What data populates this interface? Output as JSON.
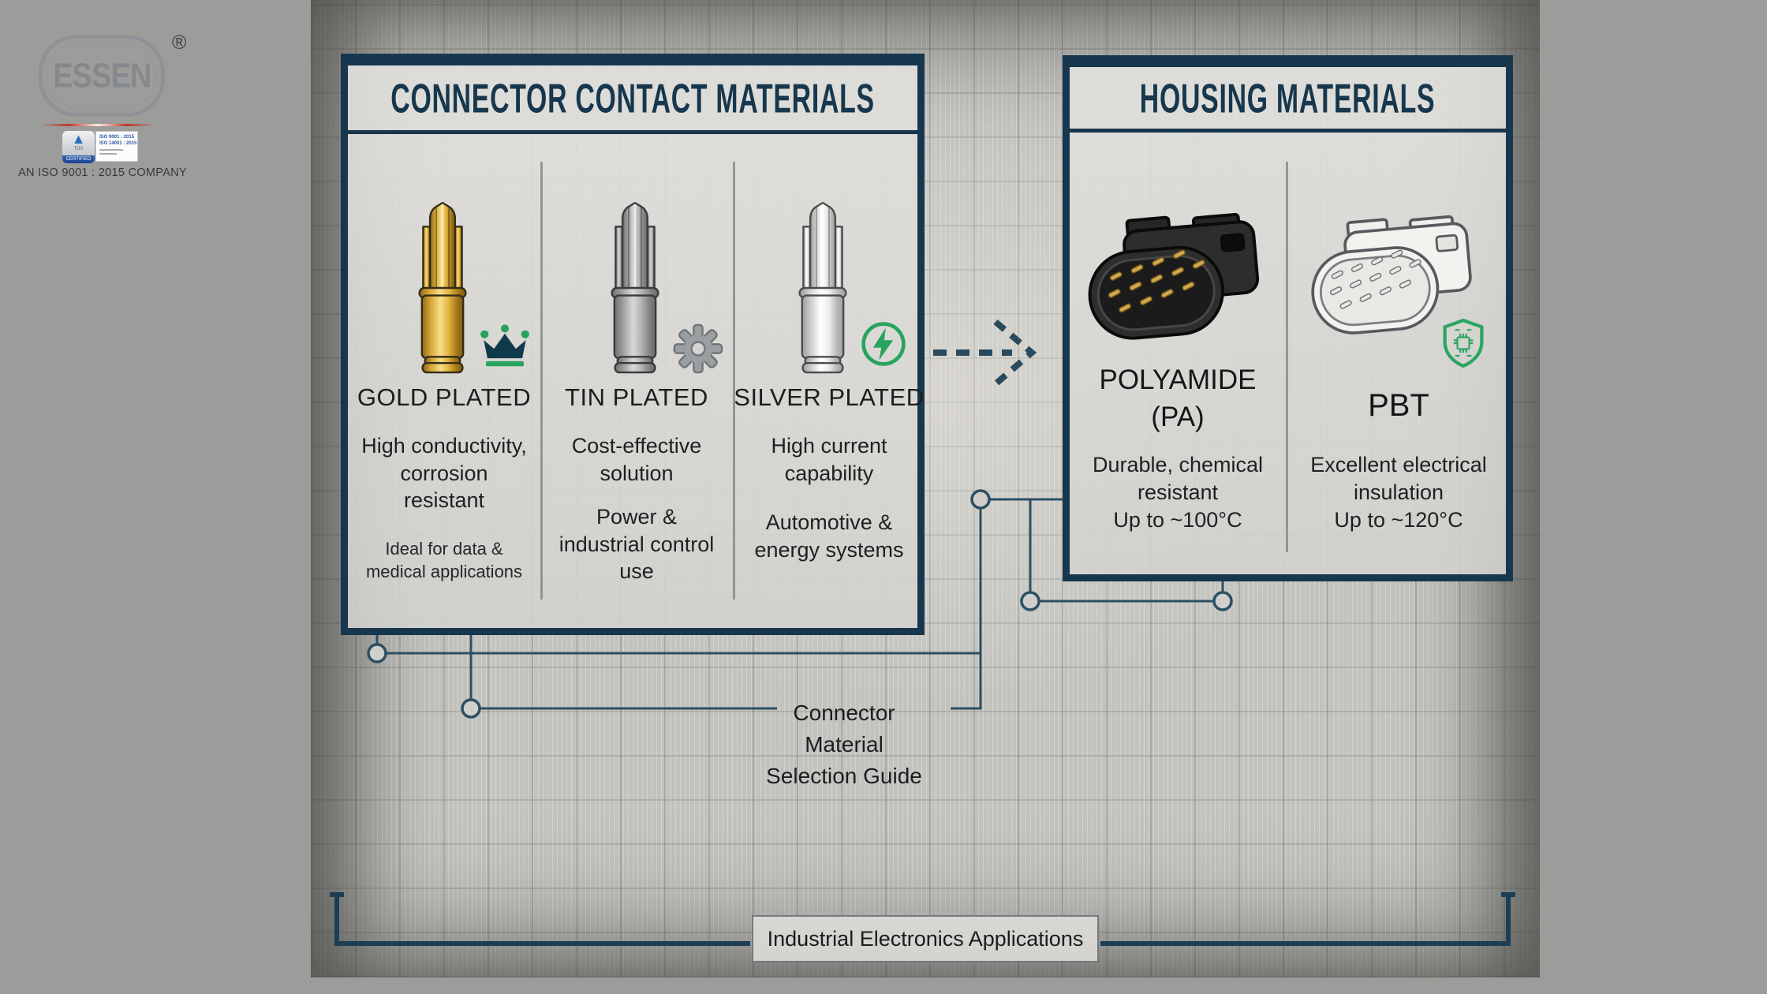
{
  "colors": {
    "navy": "#16374d",
    "line_teal": "#2d4f63",
    "green": "#27a35f",
    "gold": "#e0b246",
    "paper": "#c7c6c2"
  },
  "brand": {
    "logo_text": "ESSEN",
    "registered": "®",
    "tuv_label": "TÜV",
    "tuv_sub": "CERTIFIED",
    "cert_line1": "ISO 9001 : 2015",
    "cert_line2": "ISO 14001 : 2015",
    "tagline": "AN ISO 9001 : 2015 COMPANY"
  },
  "contact_panel": {
    "title": "CONNECTOR CONTACT MATERIALS",
    "columns": [
      {
        "title": "GOLD PLATED",
        "desc": "High conductivity,\ncorrosion\nresistant",
        "note": "Ideal for data &\nmedical applications",
        "icon": "crown-icon"
      },
      {
        "title": "TIN PLATED",
        "desc": "Cost-effective\nsolution",
        "note": "Power &\nindustrial control\nuse",
        "icon": "gear-icon"
      },
      {
        "title": "SILVER PLATED",
        "desc": "High current\ncapability",
        "note": "Automotive &\nenergy systems",
        "icon": "lightning-icon"
      }
    ]
  },
  "housing_panel": {
    "title": "HOUSING MATERIALS",
    "columns": [
      {
        "title": "POLYAMIDE\n(PA)",
        "desc": "Durable, chemical\nresistant\nUp to ~100°C",
        "icon": "none"
      },
      {
        "title": "PBT",
        "desc": "Excellent electrical\ninsulation\nUp to ~120°C",
        "icon": "shield-icon"
      }
    ]
  },
  "captions": {
    "selection_guide": "Connector\nMaterial\nSelection Guide",
    "applications": "Industrial Electronics Applications"
  }
}
